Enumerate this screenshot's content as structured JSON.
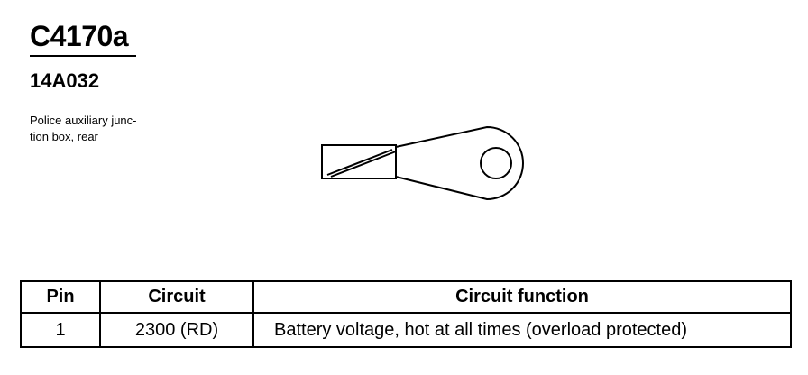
{
  "header": {
    "connector_id": "C4170a",
    "part_number": "14A032",
    "description": "Police auxiliary junc-\ntion box, rear"
  },
  "drawing": {
    "icon": "ring-terminal-icon"
  },
  "table": {
    "columns": [
      "Pin",
      "Circuit",
      "Circuit function"
    ],
    "rows": [
      {
        "pin": "1",
        "circuit": "2300 (RD)",
        "function": "Battery voltage, hot at all times (overload protected)"
      }
    ]
  }
}
